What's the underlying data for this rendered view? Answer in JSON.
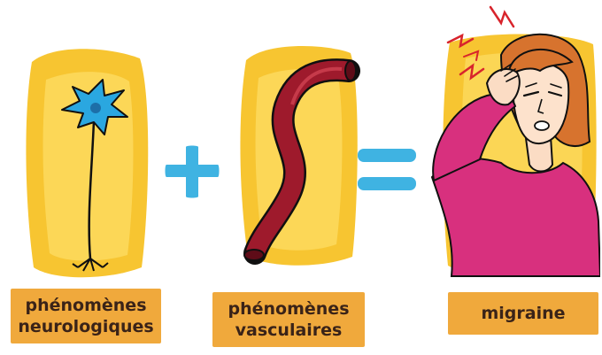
{
  "colors": {
    "pad_yellow": "#f7c531",
    "pad_light": "#fce47a",
    "label_orange": "#f0a93c",
    "operator_blue": "#3fb3e2",
    "neuron_blue": "#2aa7e0",
    "vessel_red": "#9e1a2c",
    "shirt_magenta": "#d8307e",
    "hair_orange": "#d7732e",
    "pain_red": "#d8242c"
  },
  "panels": [
    {
      "icon": "neuron-icon",
      "label_lines": [
        "phénomènes",
        "neurologiques"
      ]
    },
    {
      "icon": "blood-vessel-icon",
      "label_lines": [
        "phénomènes",
        "vasculaires"
      ]
    },
    {
      "icon": "woman-headache-icon",
      "label_lines": [
        "migraine"
      ]
    }
  ],
  "operators": [
    "plus-icon",
    "equals-icon"
  ]
}
